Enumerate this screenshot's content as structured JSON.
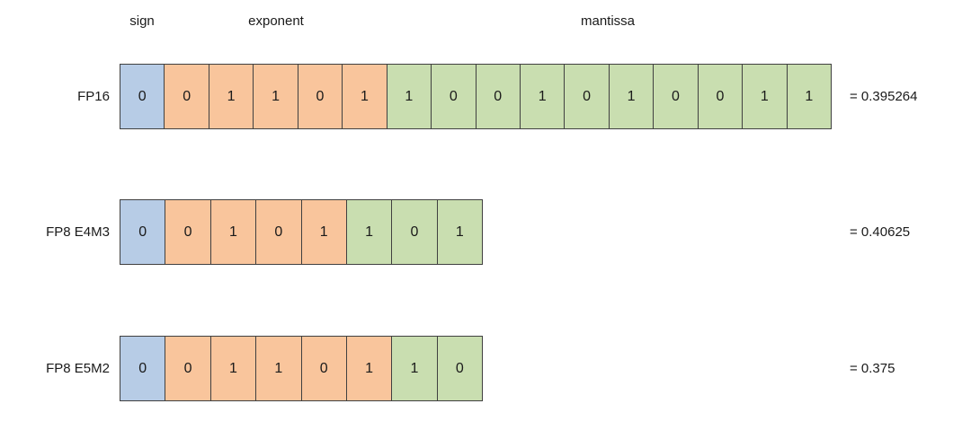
{
  "title_labels": {
    "sign": "sign",
    "exponent": "exponent",
    "mantissa": "mantissa"
  },
  "colors": {
    "sign": "#b7cce6",
    "exponent": "#f9c59c",
    "mantissa": "#c9deb0",
    "border": "#404040"
  },
  "rows": [
    {
      "label": "FP16",
      "value": "= 0.395264",
      "segments": [
        {
          "type": "sign",
          "bits": [
            "0"
          ]
        },
        {
          "type": "exponent",
          "bits": [
            "0",
            "1",
            "1",
            "0",
            "1"
          ]
        },
        {
          "type": "mantissa",
          "bits": [
            "1",
            "0",
            "0",
            "1",
            "0",
            "1",
            "0",
            "0",
            "1",
            "1"
          ]
        }
      ]
    },
    {
      "label": "FP8 E4M3",
      "value": "= 0.40625",
      "segments": [
        {
          "type": "sign",
          "bits": [
            "0"
          ]
        },
        {
          "type": "exponent",
          "bits": [
            "0",
            "1",
            "0",
            "1"
          ]
        },
        {
          "type": "mantissa",
          "bits": [
            "1",
            "0",
            "1"
          ]
        }
      ]
    },
    {
      "label": "FP8 E5M2",
      "value": "= 0.375",
      "segments": [
        {
          "type": "sign",
          "bits": [
            "0"
          ]
        },
        {
          "type": "exponent",
          "bits": [
            "0",
            "1",
            "1",
            "0",
            "1"
          ]
        },
        {
          "type": "mantissa",
          "bits": [
            "1",
            "0"
          ]
        }
      ]
    }
  ]
}
